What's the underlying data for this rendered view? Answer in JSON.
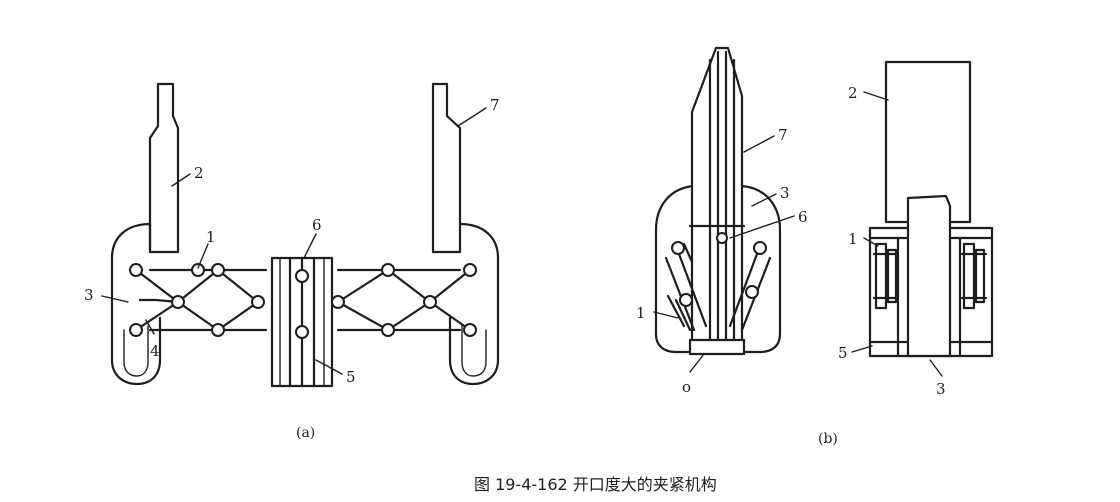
{
  "figure": {
    "caption": "图 19-4-162   开口度大的夹紧机构",
    "view_a": {
      "sublabel": "(a)",
      "labels": {
        "jaw_left": "2",
        "jaw_right": "7",
        "scissor_link": "1",
        "bracket": "3",
        "lower_link": "4",
        "pin": "6",
        "column": "5"
      }
    },
    "view_b": {
      "sublabel": "(b)",
      "labels": {
        "jaw": "7",
        "bracket": "3",
        "pin": "6",
        "link": "1",
        "bottom": "o"
      }
    },
    "view_side": {
      "labels": {
        "jaw": "2",
        "link": "1",
        "base_plate": "5",
        "column": "3"
      }
    }
  }
}
